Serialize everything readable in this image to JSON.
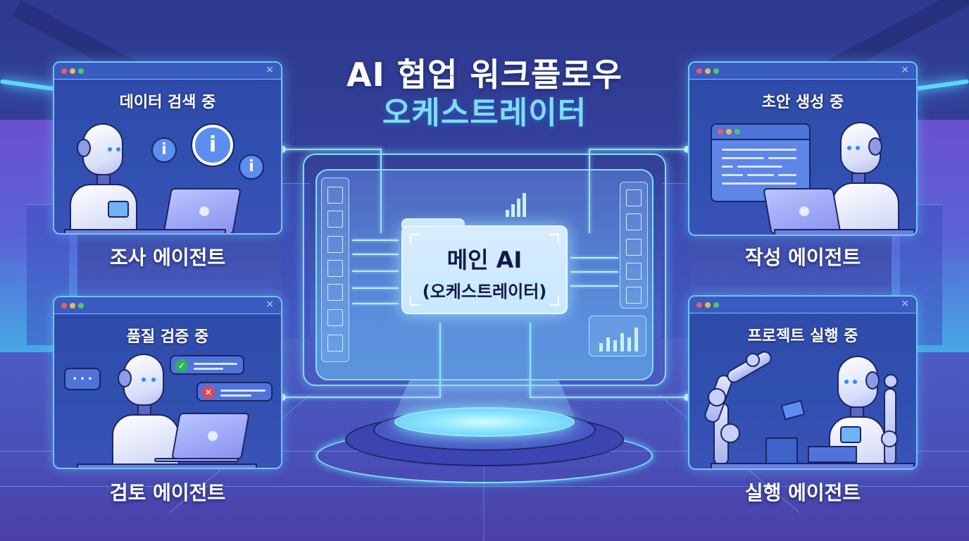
{
  "header": {
    "title": "AI 협업 워크플로우",
    "subtitle": "오케스트레이터"
  },
  "center": {
    "title": "메인 AI",
    "subtitle": "(오케스트레이터)"
  },
  "agents": [
    {
      "position": "top-left",
      "status": "데이터 검색 중",
      "label": "조사 에이전트",
      "icons": [
        "info-bubble",
        "info-bubble",
        "info-bubble",
        "laptop"
      ]
    },
    {
      "position": "bottom-left",
      "status": "품질 검증 중",
      "label": "검토 에이전트",
      "icons": [
        "ellipsis-bubble",
        "check-bubble",
        "x-bubble",
        "laptop"
      ]
    },
    {
      "position": "top-right",
      "status": "초안 생성 중",
      "label": "작성 에이전트",
      "icons": [
        "document-window",
        "laptop"
      ]
    },
    {
      "position": "bottom-right",
      "status": "프로젝트 실행 중",
      "label": "실행 에이전트",
      "icons": [
        "robot-arm",
        "robot-arm",
        "package-box"
      ]
    }
  ],
  "icons": {
    "info": "i",
    "check": "✓",
    "cross": "✕",
    "close": "×",
    "ellipsis": "• • •"
  },
  "colors": {
    "background": "#2e3a8f",
    "accent_cyan": "#7fdcff",
    "panel_border": "#6cc6ff",
    "dot_red": "#ef5a6a",
    "dot_yellow": "#f1b94a",
    "dot_green": "#4cc96a",
    "main_card": "#d8ecff",
    "text_dark": "#101a4a"
  }
}
